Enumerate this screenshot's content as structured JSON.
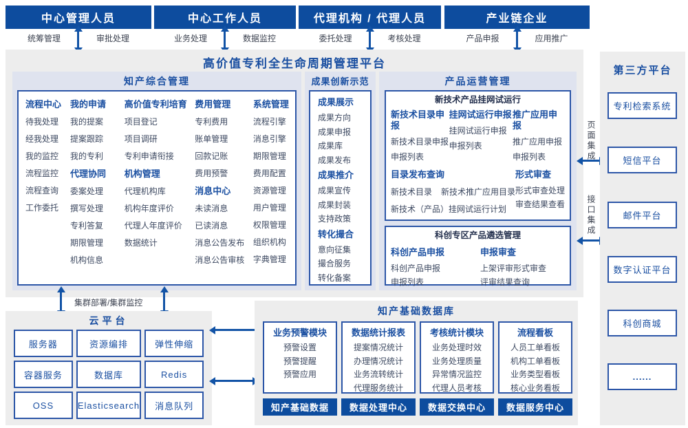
{
  "colors": {
    "headerBlue": "#0d4c9e",
    "titleBlue": "#1a4fa1",
    "borderBlue": "#2b55a7",
    "arrowBlue": "#1253a6",
    "grayBg": "#ededed",
    "sectionBg": "#dfe3ef",
    "itemText": "#3d4961",
    "darkText": "#222e4c"
  },
  "roles": [
    {
      "label": "中心管理人员",
      "left": "统筹管理",
      "right": "审批处理"
    },
    {
      "label": "中心工作人员",
      "left": "业务处理",
      "right": "数据监控"
    },
    {
      "label": "代理机构 / 代理人员",
      "left": "委托处理",
      "right": "考核处理"
    },
    {
      "label": "产业链企业",
      "left": "产品申报",
      "right": "应用推广"
    }
  ],
  "platform": {
    "title": "高价值专利全生命周期管理平台"
  },
  "knowledge": {
    "title": "知产综合管理",
    "columns": [
      [
        {
          "header": "流程中心",
          "items": [
            "待我处理",
            "经我处理",
            "我的监控",
            "流程监控",
            "流程查询",
            "工作委托"
          ]
        }
      ],
      [
        {
          "header": "我的申请",
          "items": [
            "我的提案",
            "提案跟踪",
            "我的专利"
          ]
        },
        {
          "header": "代理协同",
          "items": [
            "委案处理",
            "撰写处理",
            "专利答复",
            "期限管理",
            "机构信息"
          ]
        }
      ],
      [
        {
          "header": "高价值专利培育",
          "items": [
            "项目登记",
            "项目调研",
            "专利申请衔接"
          ]
        },
        {
          "header": "机构管理",
          "items": [
            "代理机构库",
            "机构年度评价",
            "代理人年度评价",
            "数据统计"
          ]
        }
      ],
      [
        {
          "header": "费用管理",
          "items": [
            "专利费用",
            "账单管理",
            "回款记账",
            "费用预警"
          ]
        },
        {
          "header": "消息中心",
          "items": [
            "未读消息",
            "已读消息",
            "消息公告发布",
            "消息公告审核"
          ]
        }
      ],
      [
        {
          "header": "系统管理",
          "items": [
            "流程引擎",
            "消息引擎",
            "期限管理",
            "费用配置",
            "资源管理",
            "用户管理",
            "权限管理",
            "组织机构",
            "字典管理"
          ]
        }
      ]
    ]
  },
  "achieve": {
    "title": "成果创新示范",
    "blocks": [
      {
        "header": "成果展示",
        "items": [
          "成果方向",
          "成果申报",
          "成果库",
          "成果发布"
        ]
      },
      {
        "header": "成果推介",
        "items": [
          "成果宣传",
          "成果封装",
          "支持政策"
        ]
      },
      {
        "header": "转化撮合",
        "items": [
          "意向征集",
          "撮合服务",
          "转化备案"
        ]
      }
    ]
  },
  "product": {
    "title": "产品运营管理",
    "boxA": {
      "title": "新技术产品挂网试运行",
      "columns": [
        {
          "header": "新技术目录申报",
          "items": [
            "新技术目录申报",
            "申报列表"
          ]
        },
        {
          "header": "挂网试运行申报",
          "items": [
            "挂网试运行申报",
            "申报列表"
          ]
        },
        {
          "header": "推广应用申报",
          "items": [
            "推广应用申报",
            "申报列表"
          ]
        }
      ],
      "catalog": {
        "header": "目录发布查询",
        "items": [
          "新技术目录",
          "新技术推广应用目录",
          "新技术（产品）挂网试运行计划"
        ]
      },
      "formal": {
        "header": "形式审查",
        "items": [
          "形式审查处理",
          "审查结果查看"
        ]
      }
    },
    "boxB": {
      "title": "科创专区产品遴选管理",
      "columns": [
        {
          "header": "科创产品申报",
          "items": [
            "科创产品申报",
            "申报列表"
          ]
        },
        {
          "header": "申报审查",
          "items": [
            "上架评审形式审查",
            "评审结果查询"
          ]
        }
      ]
    }
  },
  "thirdParty": {
    "title": "第三方平台",
    "boxes": [
      "专利检索系统",
      "短信平台",
      "邮件平台",
      "数字认证平台",
      "科创商城",
      "......"
    ]
  },
  "integration": {
    "page": "页面集成",
    "api": "接口集成"
  },
  "cluster": {
    "label": "集群部署/集群监控"
  },
  "cloud": {
    "title": "云平台",
    "items": [
      "服务器",
      "资源编排",
      "弹性伸缩",
      "容器服务",
      "数据库",
      "Redis",
      "OSS",
      "Elasticsearch",
      "消息队列"
    ]
  },
  "database": {
    "title": "知产基础数据库",
    "modules": [
      {
        "header": "业务预警模块",
        "items": [
          "预警设置",
          "预警提醒",
          "预警应用"
        ],
        "badge": "知产基础数据"
      },
      {
        "header": "数据统计报表",
        "items": [
          "提案情况统计",
          "办理情况统计",
          "业务流转统计",
          "代理服务统计"
        ],
        "badge": "数据处理中心"
      },
      {
        "header": "考核统计模块",
        "items": [
          "业务处理时效",
          "业务处理质量",
          "异常情况监控",
          "代理人员考核"
        ],
        "badge": "数据交换中心"
      },
      {
        "header": "流程看板",
        "items": [
          "人员工单看板",
          "机构工单看板",
          "业务类型看板",
          "核心业务看板"
        ],
        "badge": "数据服务中心"
      }
    ]
  }
}
